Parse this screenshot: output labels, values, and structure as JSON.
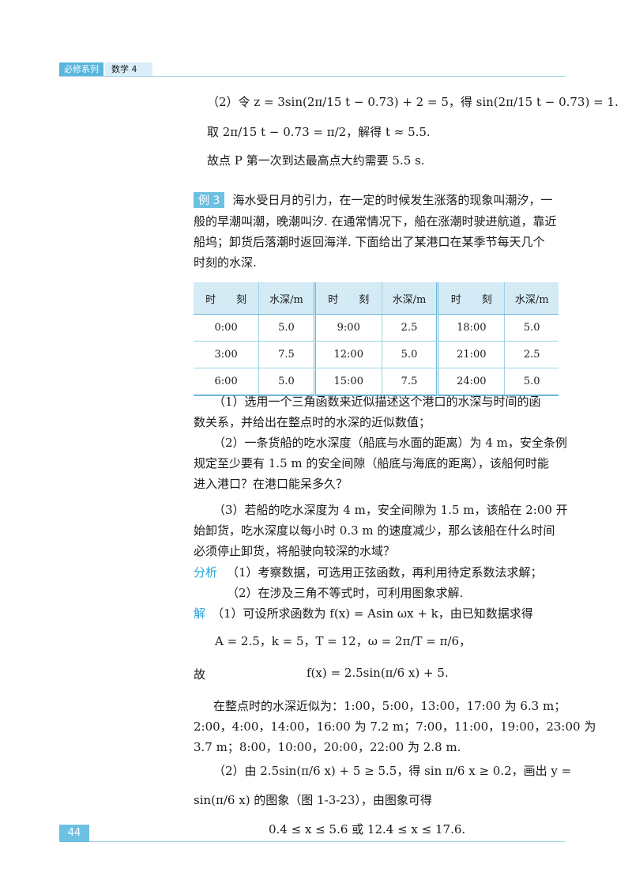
{
  "header": {
    "series": "必修系列",
    "subject": "数学 4"
  },
  "part2": {
    "l1": "（2）令 z = 3sin(2π/15 t − 0.73) + 2 = 5，得 sin(2π/15 t − 0.73) = 1.",
    "l2": "取 2π/15 t − 0.73 = π/2，解得 t ≈ 5.5.",
    "l3": "故点 P 第一次到达最高点大约需要 5.5 s."
  },
  "example3": {
    "tag": "例 3",
    "l1": "海水受日月的引力，在一定的时候发生涨落的现象叫潮汐，一",
    "l2": "般的早潮叫潮，晚潮叫汐. 在通常情况下，船在涨潮时驶进航道，靠近",
    "l3": "船坞；卸货后落潮时返回海洋. 下面给出了某港口在某季节每天几个",
    "l4": "时刻的水深."
  },
  "table": {
    "h_time": "时　　刻",
    "h_depth": "水深/m",
    "rows": [
      [
        "0:00",
        "5.0",
        "9:00",
        "2.5",
        "18:00",
        "5.0"
      ],
      [
        "3:00",
        "7.5",
        "12:00",
        "5.0",
        "21:00",
        "2.5"
      ],
      [
        "6:00",
        "5.0",
        "15:00",
        "7.5",
        "24:00",
        "5.0"
      ]
    ]
  },
  "questions": {
    "q1a": "（1）选用一个三角函数来近似描述这个港口的水深与时间的函",
    "q1b": "数关系，并给出在整点时的水深的近似数值；",
    "q2a": "（2）一条货船的吃水深度（船底与水面的距离）为 4 m，安全条例",
    "q2b": "规定至少要有 1.5 m 的安全间隙（船底与海底的距离），该船何时能",
    "q2c": "进入港口？在港口能呆多久？",
    "q3a": "（3）若船的吃水深度为 4 m，安全间隙为 1.5 m，该船在 2:00 开",
    "q3b": "始卸货，吃水深度以每小时 0.3 m 的速度减少，那么该船在什么时间",
    "q3c": "必须停止卸货，将船驶向较深的水域？"
  },
  "analysis": {
    "label": "分析",
    "a1": "（1）考察数据，可选用正弦函数，再利用待定系数法求解；",
    "a2": "（2）在涉及三角不等式时，可利用图象求解."
  },
  "solution": {
    "label": "解",
    "s1": "（1）可设所求函数为 f(x) = Asin ωx + k，由已知数据求得",
    "s2": "A = 2.5，k = 5，T = 12，ω = 2π/T = π/6，",
    "s3_left": "故",
    "s3": "f(x) = 2.5sin(π/6 x) + 5.",
    "s4": "在整点时的水深近似为：1:00，5:00，13:00，17:00 为 6.3 m；",
    "s5": "2:00，4:00，14:00，16:00 为 7.2 m；7:00，11:00，19:00，23:00 为",
    "s6": "3.7 m；8:00，10:00，20:00，22:00 为 2.8 m.",
    "s7": "（2）由 2.5sin(π/6 x) + 5 ≥ 5.5，得 sin π/6 x ≥ 0.2，画出 y =",
    "s8": "sin(π/6 x) 的图象（图 1-3-23），由图象可得",
    "s9": "0.4 ≤ x ≤ 5.6 或 12.4 ≤ x ≤ 17.6."
  },
  "footer": {
    "page": "44"
  }
}
